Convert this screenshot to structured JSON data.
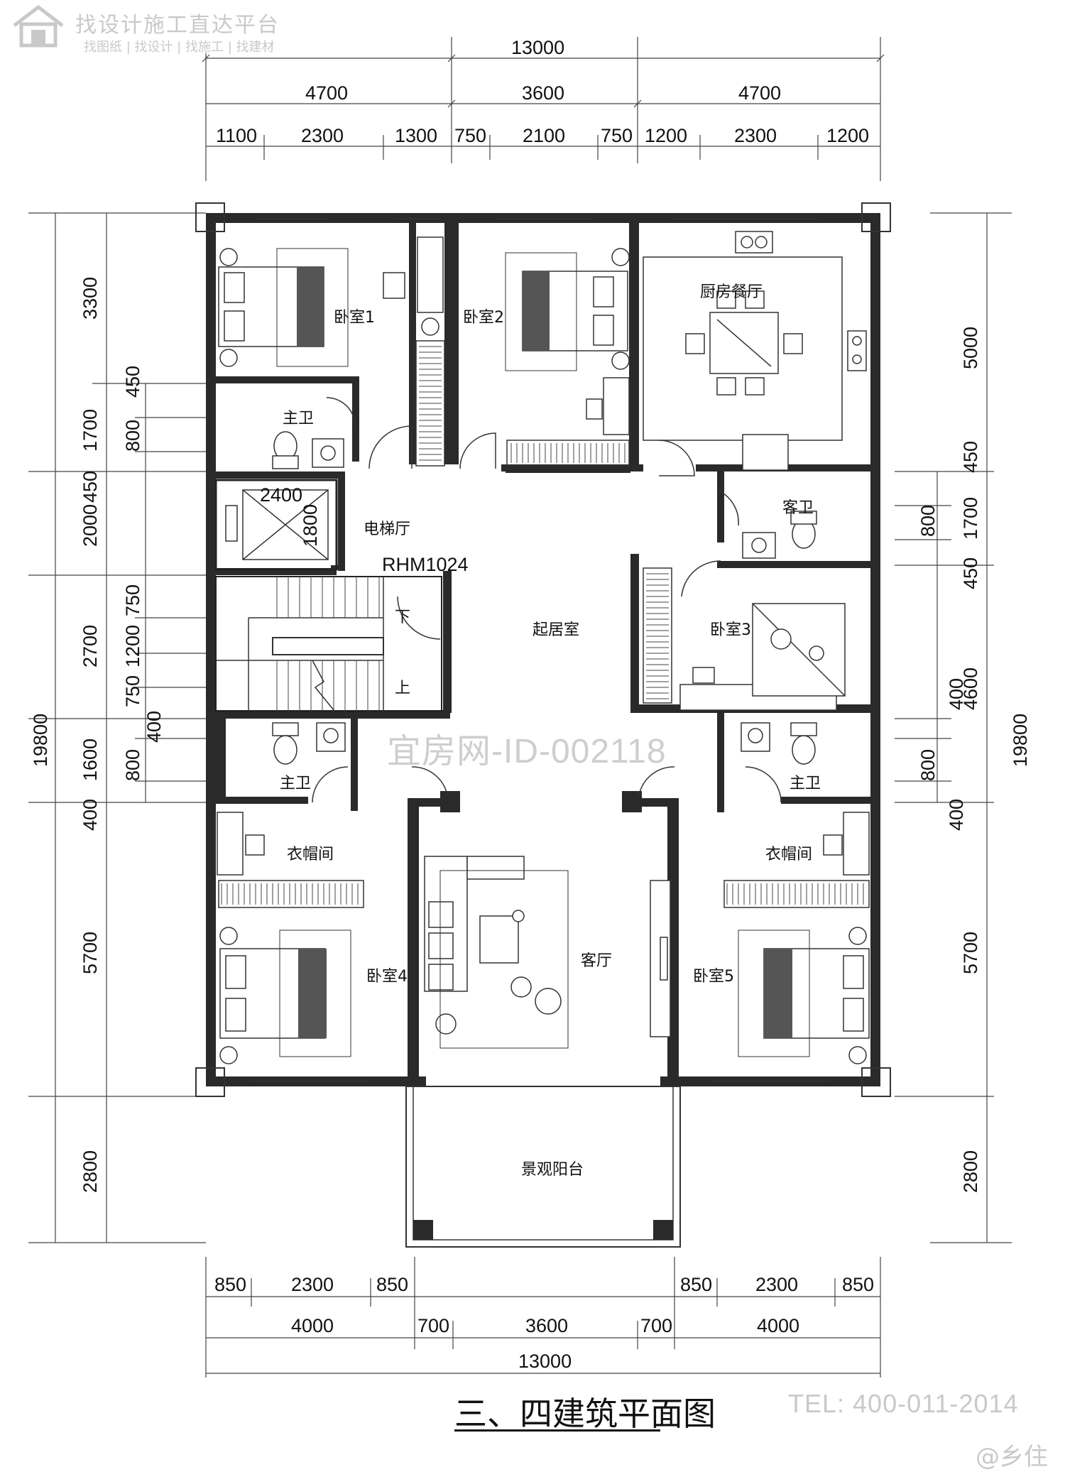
{
  "watermark": {
    "brand": "找设计施工直达平台",
    "links": "找图纸 | 找设计 | 找施工 | 找建材",
    "center": "宜房网-ID-002118",
    "tel": "TEL: 400-011-2014",
    "author": "@乡住"
  },
  "title": "三、四建筑平面图",
  "top_dims": {
    "overall": "13000",
    "row2": [
      "4700",
      "3600",
      "4700"
    ],
    "row3": [
      "1100",
      "2300",
      "1300",
      "750",
      "2100",
      "750",
      "1200",
      "2300",
      "1200"
    ]
  },
  "bottom_dims": {
    "row1": [
      "850",
      "2300",
      "850",
      "850",
      "2300",
      "850"
    ],
    "row2": [
      "4000",
      "700",
      "3600",
      "700",
      "4000"
    ],
    "overall": "13000"
  },
  "left_dims": {
    "overall": "19800",
    "outer": [
      "3300",
      "1700",
      "2000",
      "2700",
      "1600",
      "5700",
      "2800"
    ],
    "inner": [
      "450",
      "800",
      "450",
      "750",
      "1200",
      "750",
      "400",
      "800",
      "400"
    ]
  },
  "right_dims": {
    "overall": "19800",
    "outer": [
      "5000",
      "1700",
      "4600",
      "5700",
      "2800"
    ],
    "inner": [
      "450",
      "800",
      "450",
      "400",
      "800",
      "400"
    ]
  },
  "rooms": {
    "bedroom1": "卧室1",
    "bedroom2": "卧室2",
    "bedroom3": "卧室3",
    "bedroom4": "卧室4",
    "bedroom5": "卧室5",
    "kitchen_dining": "厨房餐厅",
    "master_bath": "主卫",
    "guest_bath": "客卫",
    "elevator_hall": "电梯厅",
    "living_room": "起居室",
    "parlor": "客厅",
    "cloakroom": "衣帽间",
    "balcony": "景观阳台"
  },
  "labels": {
    "elevator_w": "2400",
    "elevator_h": "1800",
    "door_code": "RHM1024",
    "stair_down": "下",
    "stair_up": "上"
  }
}
